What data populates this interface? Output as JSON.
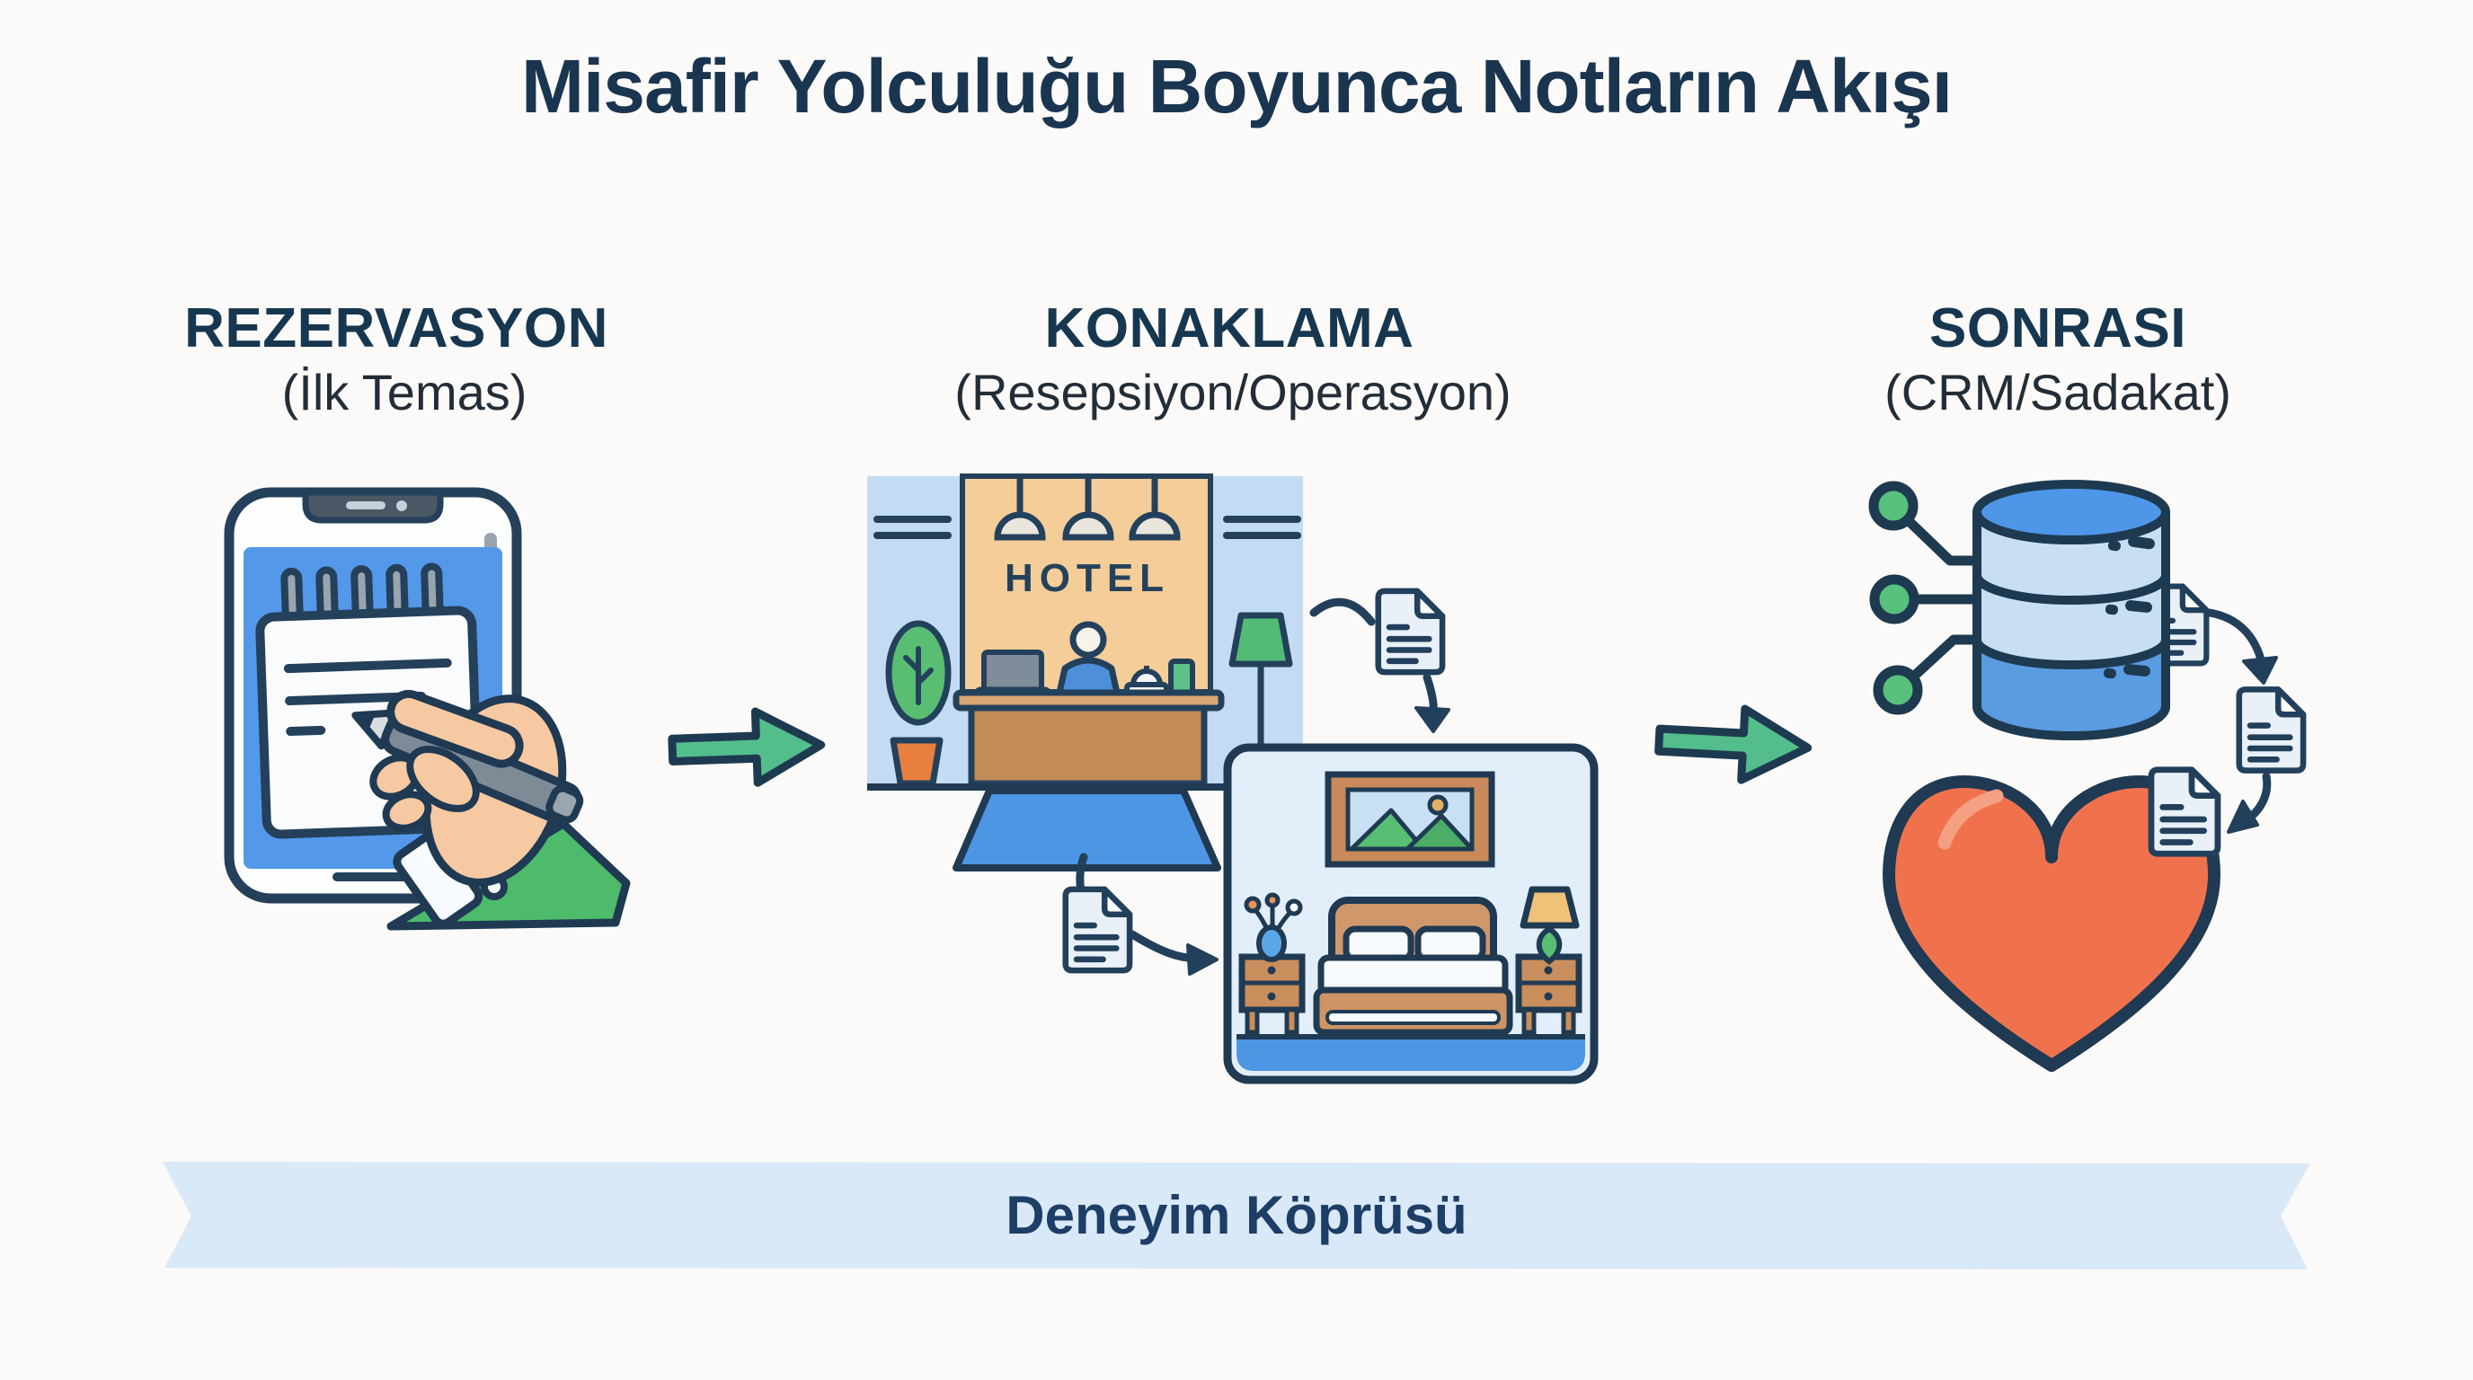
{
  "title": "Misafir Yolculuğu Boyunca Notların Akışı",
  "stages": [
    {
      "id": "rezervasyon",
      "heading": "REZERVASYON",
      "subheading": "(İlk Temas)",
      "icon": "phone-note-writing-icon"
    },
    {
      "id": "konaklama",
      "heading": "KONAKLAMA",
      "subheading": "(Resepsiyon/Operasyon)",
      "icon": "hotel-reception-and-room-icon"
    },
    {
      "id": "sonrasi",
      "heading": "SONRASI",
      "subheading": "(CRM/Sadakat)",
      "icon": "database-and-heart-icon"
    }
  ],
  "hotel_sign": "HOTEL",
  "banner": {
    "label": "Deneyim Köprüsü"
  },
  "icons": [
    "phone-icon",
    "notepad-icon",
    "pen-icon",
    "hand-icon",
    "flow-arrow-icon",
    "hotel-reception-icon",
    "note-document-icon",
    "guest-room-icon",
    "database-icon",
    "network-node-icon",
    "heart-icon",
    "ribbon-banner"
  ],
  "colors": {
    "background": "#FBFAF8",
    "outline_navy": "#1F3A52",
    "title_navy": "#1A3550",
    "arrow_green": "#54BD8C",
    "node_green": "#57C07D",
    "sleeve_green": "#4DBA6C",
    "screen_blue": "#5498EA",
    "scene_blue": "#C3DCF3",
    "carpet_blue": "#4D96E4",
    "db_blue": "#4E97E8",
    "db_light_blue": "#C8DFF3",
    "room_blue": "#E2EFFA",
    "wall_tan": "#F4CD98",
    "wood_brown": "#C98E5C",
    "heart_orange": "#F0724C",
    "pot_orange": "#E87F3F",
    "doc_fill": "#E9F0F7",
    "ribbon_blue": "#D9E9F8",
    "skin": "#F6C9A2"
  }
}
